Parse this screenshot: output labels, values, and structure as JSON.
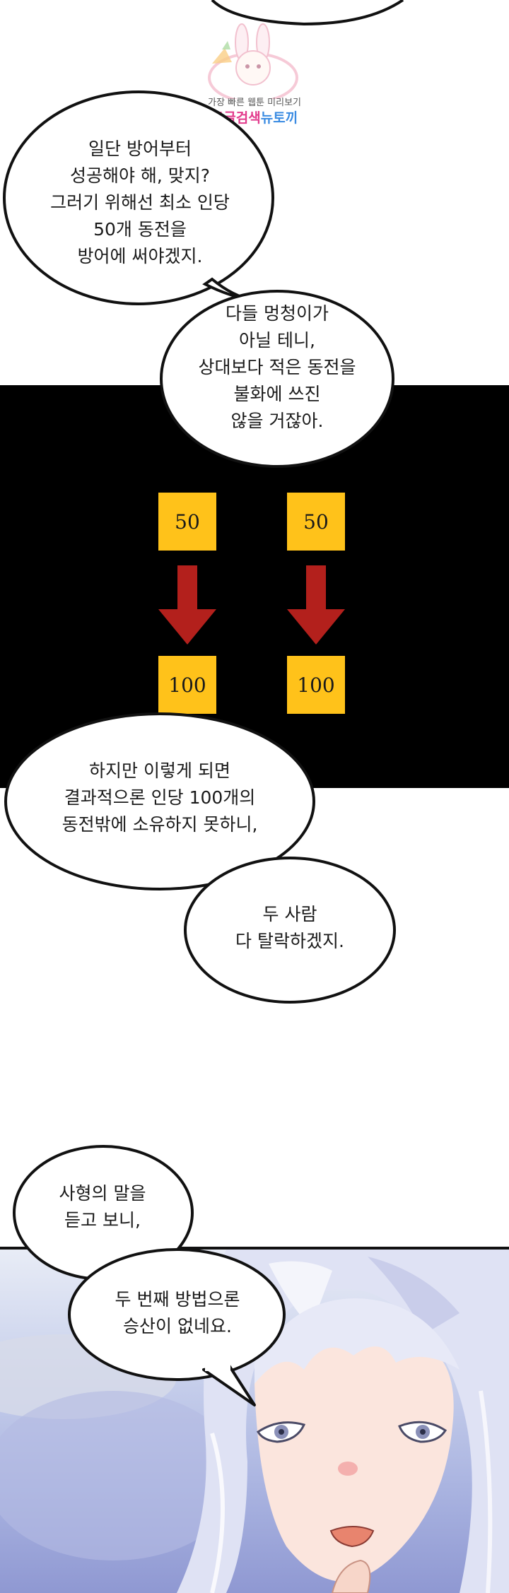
{
  "watermark": {
    "tagline": "가장 빠른 웹툰 미리보기",
    "brand_prefix": "구글검색",
    "brand_suffix": "뉴토끼"
  },
  "bubbles": [
    {
      "id": "plan",
      "text": "일단 방어부터\n성공해야 해, 맞지?\n그러기 위해선 최소 인당\n50개 동전을\n방어에 써야겠지."
    },
    {
      "id": "nobody-fool",
      "text": "다들 멍청이가\n아닐 테니,\n상대보다 적은 동전을\n불화에 쓰진\n않을 거잖아."
    },
    {
      "id": "result",
      "text": "하지만 이렇게 되면\n결과적으론 인당 100개의\n동전밖에 소유하지 못하니,"
    },
    {
      "id": "both-out",
      "text": "두 사람\n다 탈락하겠지."
    },
    {
      "id": "heard",
      "text": "사형의 말을\n듣고 보니,"
    },
    {
      "id": "no-chance",
      "text": "두 번째 방법으론\n승산이 없네요."
    }
  ],
  "diagram": {
    "columns": [
      {
        "from": "50",
        "to": "100"
      },
      {
        "from": "50",
        "to": "100"
      }
    ]
  },
  "colors": {
    "coin": "#ffc21a",
    "arrow": "#b3201c",
    "panel": "#000000"
  }
}
